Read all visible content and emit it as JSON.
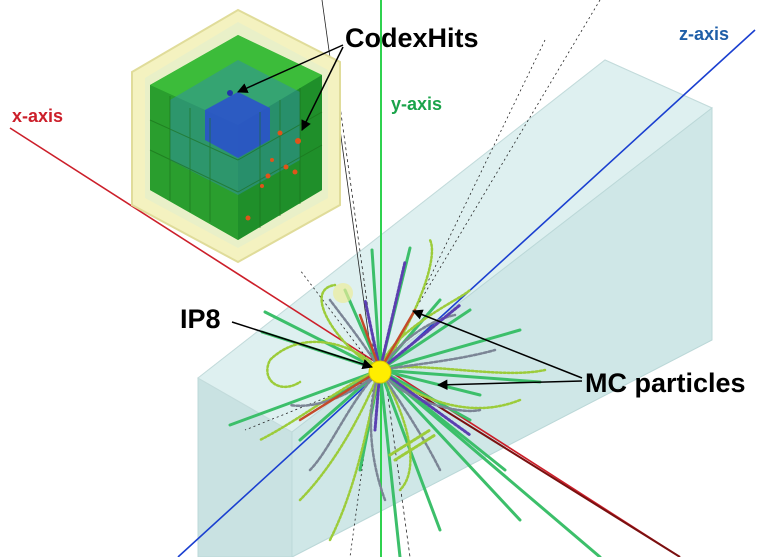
{
  "axes": {
    "x_label": "x-axis",
    "y_label": "y-axis",
    "z_label": "z-axis",
    "x_color": "#cc1f2a",
    "y_color": "#1aa34a",
    "z_color": "#1f5fa8"
  },
  "annotations": {
    "codex_hits": "CodexHits",
    "ip8": "IP8",
    "mc_particles": "MC particles"
  },
  "colors": {
    "background": "#ffffff",
    "detector_box": "#b9dcdc",
    "codex_cube": "#2ea82e",
    "codex_frame": "#f3f0a8",
    "ip_point": "#ffee00",
    "track_green": "#3cbf6a",
    "track_yellowgreen": "#9ccc3a",
    "track_grey": "#7b8595",
    "track_purple": "#5b3fb0"
  }
}
